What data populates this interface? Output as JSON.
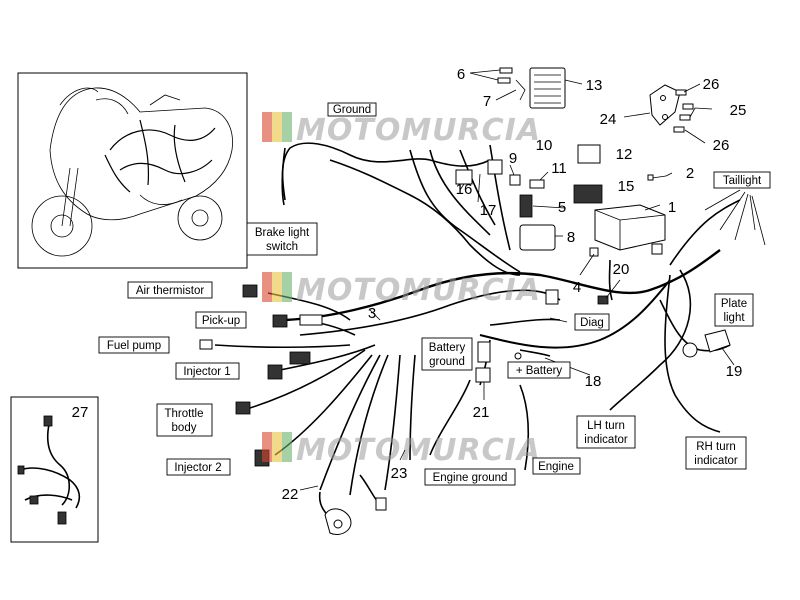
{
  "labels": {
    "ground_top": "Ground",
    "brake_light_line1": "Brake light",
    "brake_light_line2": "switch",
    "air_thermistor": "Air thermistor",
    "pick_up": "Pick-up",
    "fuel_pump": "Fuel pump",
    "injector_1": "Injector 1",
    "throttle_line1": "Throttle",
    "throttle_line2": "body",
    "injector_2": "Injector 2",
    "battery_ground_line1": "Battery",
    "battery_ground_line2": "ground",
    "plus_battery": "+ Battery",
    "diag": "Diag",
    "taillight": "Taillight",
    "plate_light_line1": "Plate",
    "plate_light_line2": "light",
    "lh_turn_line1": "LH turn",
    "lh_turn_line2": "indicator",
    "rh_turn_line1": "RH turn",
    "rh_turn_line2": "indicator",
    "engine_ground": "Engine ground",
    "engine": "Engine"
  },
  "numbers": {
    "n1": "1",
    "n2": "2",
    "n3": "3",
    "n4": "4",
    "n5": "5",
    "n6": "6",
    "n7": "7",
    "n8": "8",
    "n9": "9",
    "n10": "10",
    "n11": "11",
    "n12": "12",
    "n13": "13",
    "n15": "15",
    "n16": "16",
    "n17": "17",
    "n18": "18",
    "n19": "19",
    "n20": "20",
    "n21": "21",
    "n22": "22",
    "n23": "23",
    "n24": "24",
    "n25": "25",
    "n26a": "26",
    "n26b": "26",
    "n27": "27"
  },
  "watermark": "MOTOMURCIA",
  "colors": {
    "line": "#000000",
    "watermark_gray": "#9a9a9a",
    "flag_red": "#d9462f",
    "flag_yellow": "#e8c23a",
    "flag_green": "#6bb36b"
  }
}
